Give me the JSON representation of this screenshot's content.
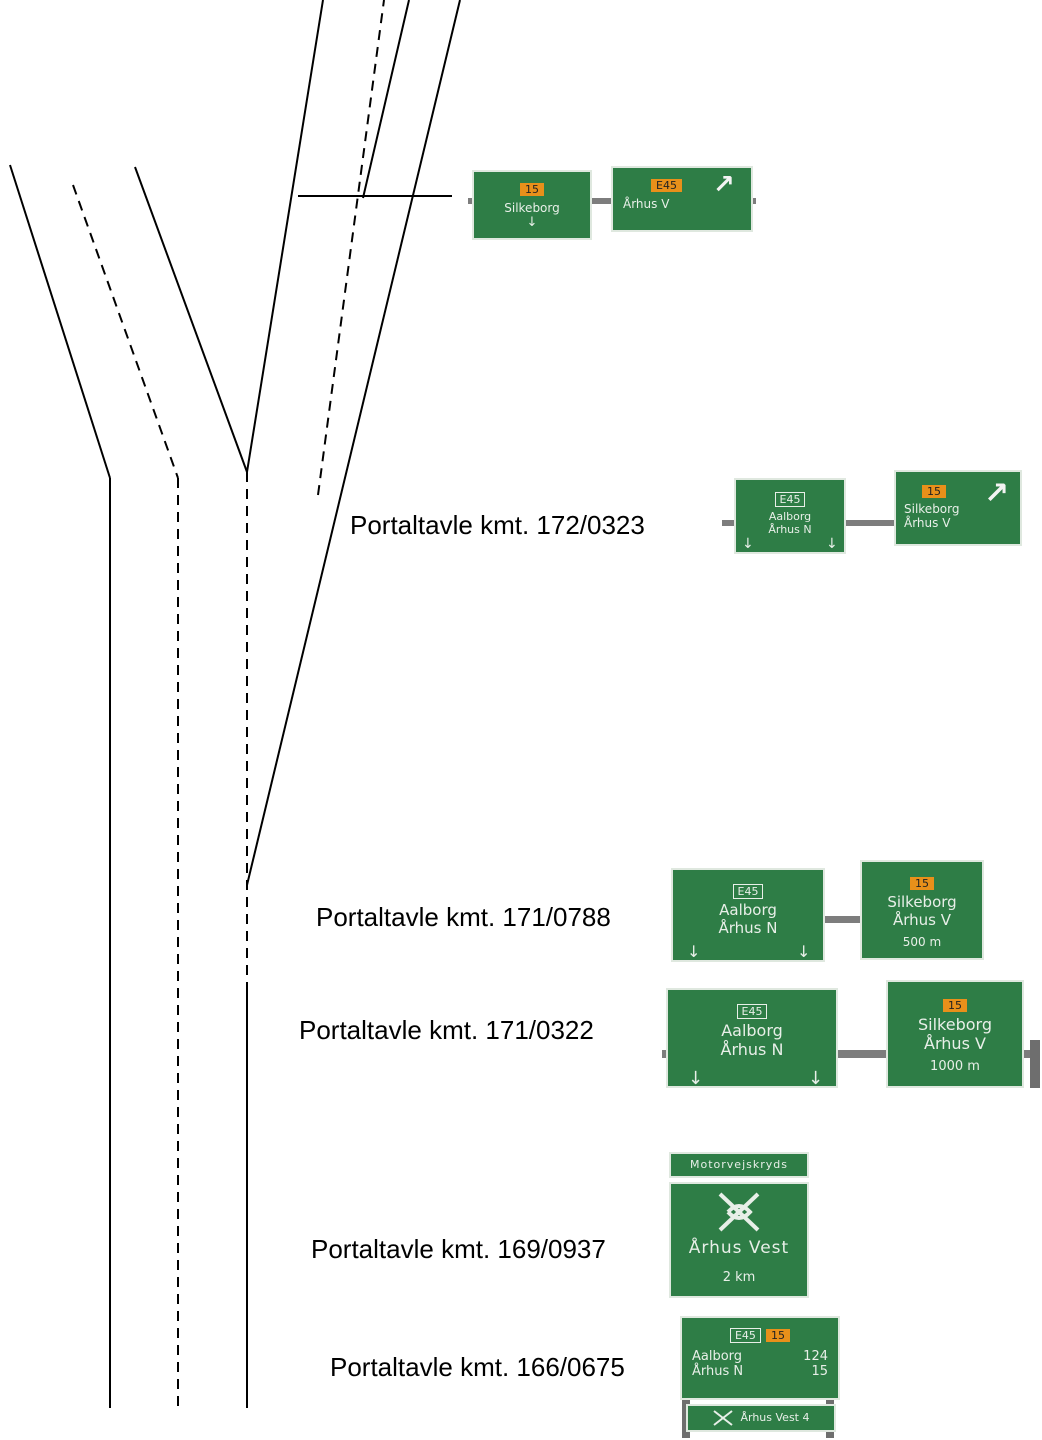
{
  "labels": {
    "l1": "Portaltavle kmt.  172/0323",
    "l2": "Portaltavle kmt.  171/0788",
    "l3": "Portaltavle kmt.  171/0322",
    "l4": "Portaltavle kmt.  169/0937",
    "l5": "Portaltavle kmt.  166/0675"
  },
  "signs": {
    "top": {
      "left_dest": "Silkeborg",
      "left_route": "15",
      "right_route": "E45",
      "right_dest": "Århus V"
    },
    "s1": {
      "left_route": "E45",
      "left_dest1": "Aalborg",
      "left_dest2": "Århus N",
      "right_route": "15",
      "right_dest1": "Silkeborg",
      "right_dest2": "Århus V"
    },
    "s2": {
      "left_route": "E45",
      "left_dest1": "Aalborg",
      "left_dest2": "Århus N",
      "right_route": "15",
      "right_dest1": "Silkeborg",
      "right_dest2": "Århus V",
      "right_dist": "500 m"
    },
    "s3": {
      "left_route": "E45",
      "left_dest1": "Aalborg",
      "left_dest2": "Århus N",
      "right_route": "15",
      "right_dest1": "Silkeborg",
      "right_dest2": "Århus V",
      "right_dist": "1000 m"
    },
    "s4": {
      "header": "Motorvejskryds",
      "dest": "Århus Vest",
      "dist": "2 km"
    },
    "s5": {
      "route_e": "E45",
      "route_nr": "15",
      "dest1": "Aalborg",
      "dist1": "124",
      "dest2": "Århus N",
      "dist2": "15",
      "bottom": "Århus Vest 4"
    }
  },
  "colors": {
    "sign_green": "#2e7d46",
    "route_orange": "#e8901a",
    "line": "#000000"
  }
}
